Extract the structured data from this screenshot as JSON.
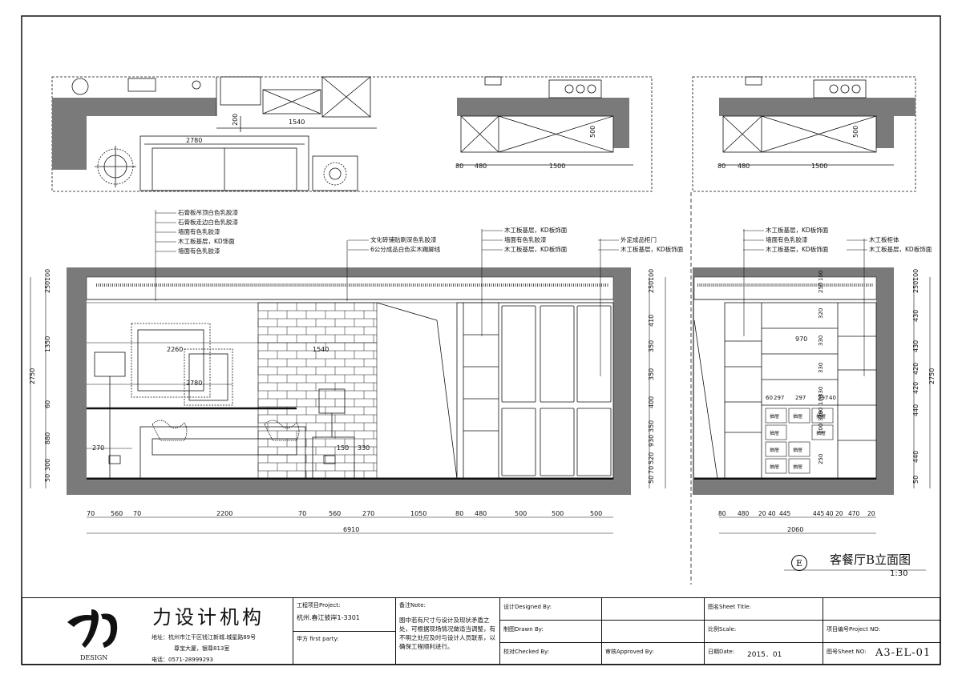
{
  "drawing": {
    "sheet_title": "客餐厅B立面图",
    "elevation_mark": "E",
    "scale": "1:30",
    "plan_left_dims": [
      "200",
      "1540",
      "2780"
    ],
    "plan_right_dims_a": [
      "80",
      "480",
      "1500",
      "500"
    ],
    "plan_right_dims_b": [
      "80",
      "480",
      "1500",
      "500"
    ],
    "leader_labels_left": [
      "石膏板吊顶白色乳胶漆",
      "石膏板走边白色乳胶漆",
      "墙面有色乳胶漆",
      "木工板基层，KD饰面",
      "墙面有色乳胶漆"
    ],
    "leader_labels_mid": [
      "文化砖铺贴刷深色乳胶漆",
      "6公分成品白色实木踢脚线"
    ],
    "leader_labels_cab": [
      "木工板基层，KD板饰面",
      "墙面有色乳胶漆",
      "木工板基层，KD板饰面"
    ],
    "leader_labels_door": [
      "外定成品柜门",
      "木工板基层，KD板饰面"
    ],
    "leader_labels_r1": [
      "木工板基层，KD板饰面",
      "墙面有色乳胶漆",
      "木工板基层，KD板饰面"
    ],
    "leader_labels_r2": [
      "木工板柜体",
      "木工板基层，KD板饰面"
    ],
    "left_vdims": [
      "100",
      "250",
      "1350",
      "60",
      "880",
      "300",
      "50"
    ],
    "left_total": "2750",
    "mid_vdims": [
      "100",
      "250",
      "410",
      "350",
      "350",
      "400",
      "350",
      "930",
      "520",
      "70",
      "50"
    ],
    "right_vdims_l": [
      "100",
      "250",
      "320",
      "330",
      "330",
      "330",
      "330",
      "100",
      "290",
      "200",
      "250"
    ],
    "right_vdims_r": [
      "100",
      "250",
      "430",
      "430",
      "420",
      "420",
      "440",
      "440",
      "50"
    ],
    "right_total": "2750",
    "inner_dims": [
      "2260",
      "2780",
      "1540",
      "270",
      "150",
      "330",
      "970",
      "60",
      "297",
      "297",
      "297",
      "40"
    ],
    "drawers": [
      "抽屉",
      "抽屉",
      "抽屉",
      "抽屉",
      "抽屉",
      "抽屉",
      "抽屉",
      "抽屉",
      "抽屉"
    ],
    "bottom_dims_left": [
      "70",
      "560",
      "70",
      "2200",
      "70",
      "560",
      "270",
      "1050",
      "80",
      "480",
      "500",
      "500",
      "500"
    ],
    "bottom_total_left": "6910",
    "bottom_dims_right": [
      "80",
      "480",
      "20",
      "40",
      "445",
      "445",
      "40",
      "20",
      "470",
      "20"
    ],
    "bottom_total_right": "2060"
  },
  "title_block": {
    "logo_text": "DESIGN",
    "firm_name": "力设计机构",
    "address_1": "地址：杭州市江干区钱江新城.城星路89号",
    "address_2": "尊宝大厦，银尊813室",
    "phone": "电话：0571-28999293",
    "project_label": "工程项目Project:",
    "project_value": "杭州.春江彼岸1-3301",
    "party_label": "甲方 first party:",
    "note_label": "备注Note:",
    "note_text": "图中若有尺寸与设计及现状矛盾之处，可根据现场情况做适当调整，有不明之处应及时与设计人员联系，以确保工程顺利进行。",
    "designed_label": "设计Designed By:",
    "drawn_label": "制图Drawn By:",
    "checked_label": "校对Checked By:",
    "approved_label": "审核Approved By:",
    "sheet_title_label": "图名Sheet Title:",
    "scale_label": "比例Scale:",
    "project_no_label": "项目编号Project NO:",
    "date_label": "日期Date:",
    "date_value": "2015．01",
    "sheet_no_label": "图号Sheet NO:",
    "sheet_no_value": "A3-EL-01"
  }
}
